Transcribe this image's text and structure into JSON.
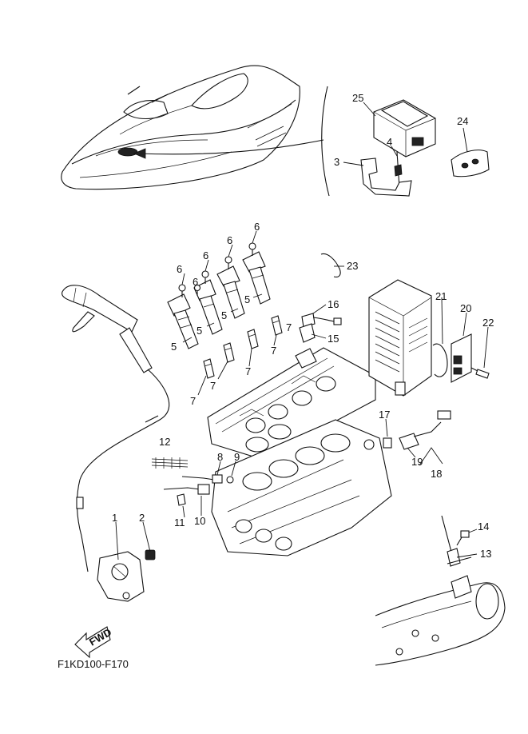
{
  "figure_code": "F1KD100-F170",
  "fwd_label": "FWD",
  "callouts": [
    "25",
    "24",
    "4",
    "3",
    "6",
    "6",
    "6",
    "6",
    "6",
    "23",
    "5",
    "5",
    "5",
    "5",
    "16",
    "15",
    "21",
    "20",
    "22",
    "7",
    "7",
    "7",
    "7",
    "7",
    "17",
    "12",
    "8",
    "9",
    "19",
    "18",
    "11",
    "10",
    "1",
    "2",
    "14",
    "13"
  ]
}
